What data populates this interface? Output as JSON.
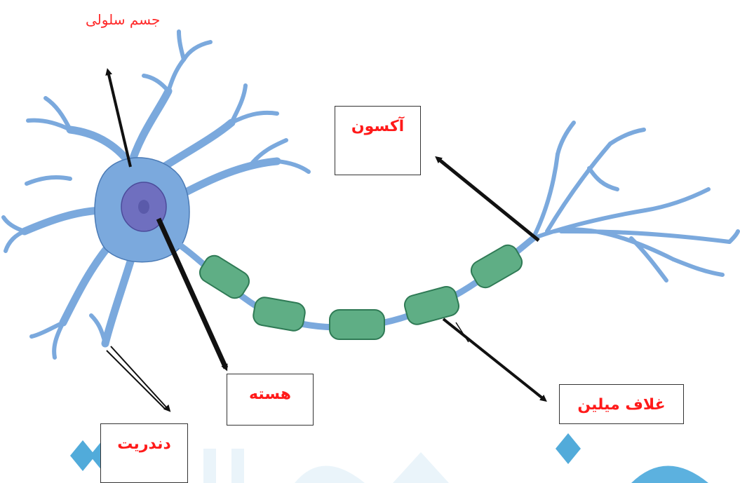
{
  "labels": {
    "cell_body": "جسم سلولی",
    "axon": "آکسون",
    "nucleus": "هسته",
    "dendrite": "دندریت",
    "myelin": "غلاف میلین"
  },
  "colors": {
    "neuron_fill": "#7ba9dd",
    "neuron_stroke": "#4a7ab5",
    "nucleus": "#6f6fbf",
    "myelin_fill": "#5fae85",
    "myelin_stroke": "#2f7a55",
    "label_red": "#ff1a1a",
    "watermark": "#3fa2d6"
  }
}
